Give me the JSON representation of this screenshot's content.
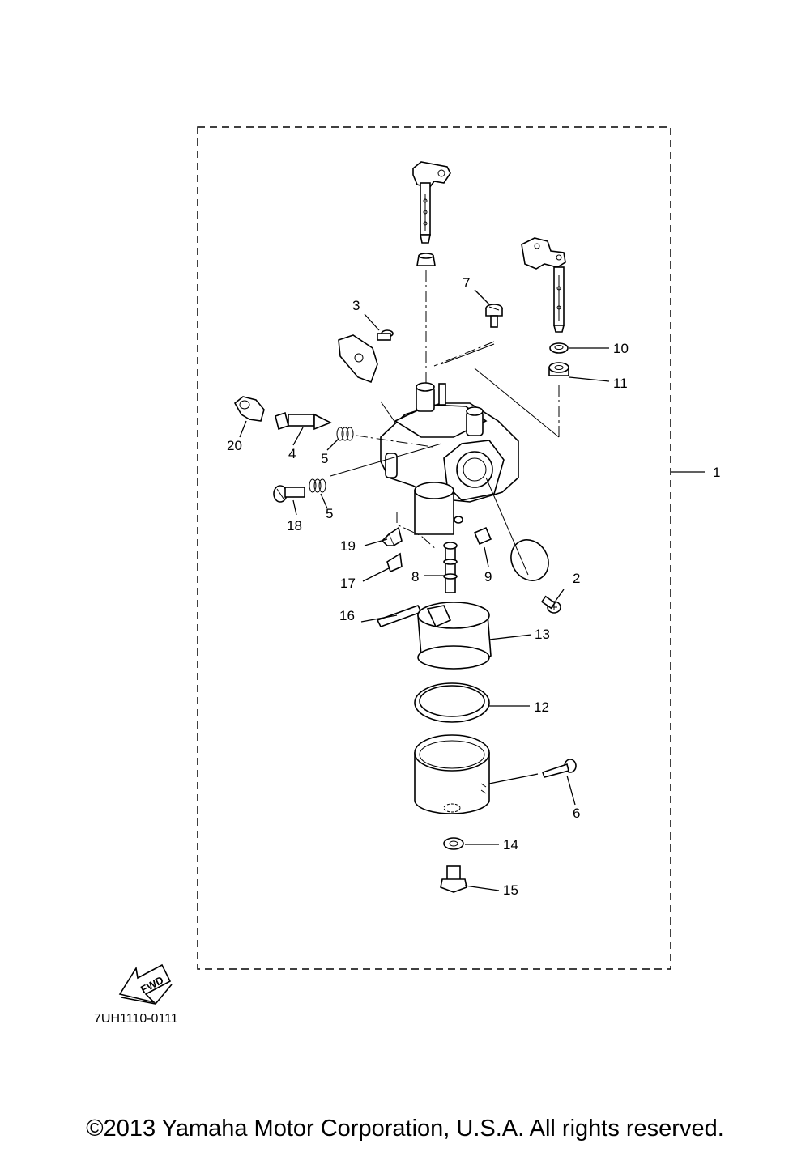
{
  "diagram": {
    "part_code": "7UH1110-0111",
    "fwd_label": "FWD",
    "callouts": {
      "c1": "1",
      "c2": "2",
      "c3": "3",
      "c4": "4",
      "c5a": "5",
      "c5b": "5",
      "c6": "6",
      "c7": "7",
      "c8": "8",
      "c9": "9",
      "c10": "10",
      "c11": "11",
      "c12": "12",
      "c13": "13",
      "c14": "14",
      "c15": "15",
      "c16": "16",
      "c17": "17",
      "c18": "18",
      "c19": "19",
      "c20": "20"
    }
  },
  "footer": {
    "copyright": "©2013 Yamaha Motor Corporation, U.S.A. All rights reserved."
  }
}
